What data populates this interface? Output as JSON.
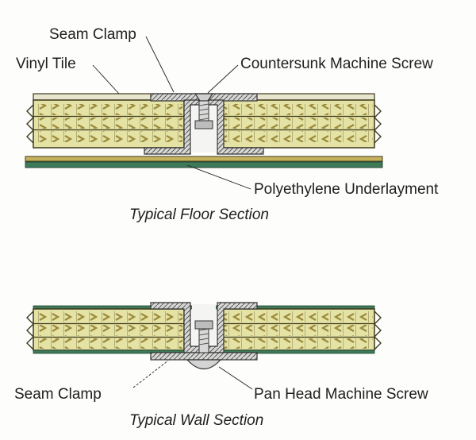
{
  "floor_section": {
    "caption": "Typical Floor Section",
    "labels": {
      "seam_clamp": "Seam Clamp",
      "vinyl_tile": "Vinyl Tile",
      "countersunk_screw": "Countersunk Machine Screw",
      "underlayment": "Polyethylene Underlayment"
    }
  },
  "wall_section": {
    "caption": "Typical Wall Section",
    "labels": {
      "seam_clamp": "Seam Clamp",
      "pan_head_screw": "Pan Head Machine Screw"
    }
  },
  "colors": {
    "panel_fill": "#e4e2a4",
    "panel_stroke": "#3e3a1c",
    "chevron": "#9a8a3c",
    "clamp": "#d4d4d4",
    "underlayment_green": "#3c7a58",
    "underlayment_tan": "#c6b25c",
    "vinyl": "#e9e6cf"
  }
}
